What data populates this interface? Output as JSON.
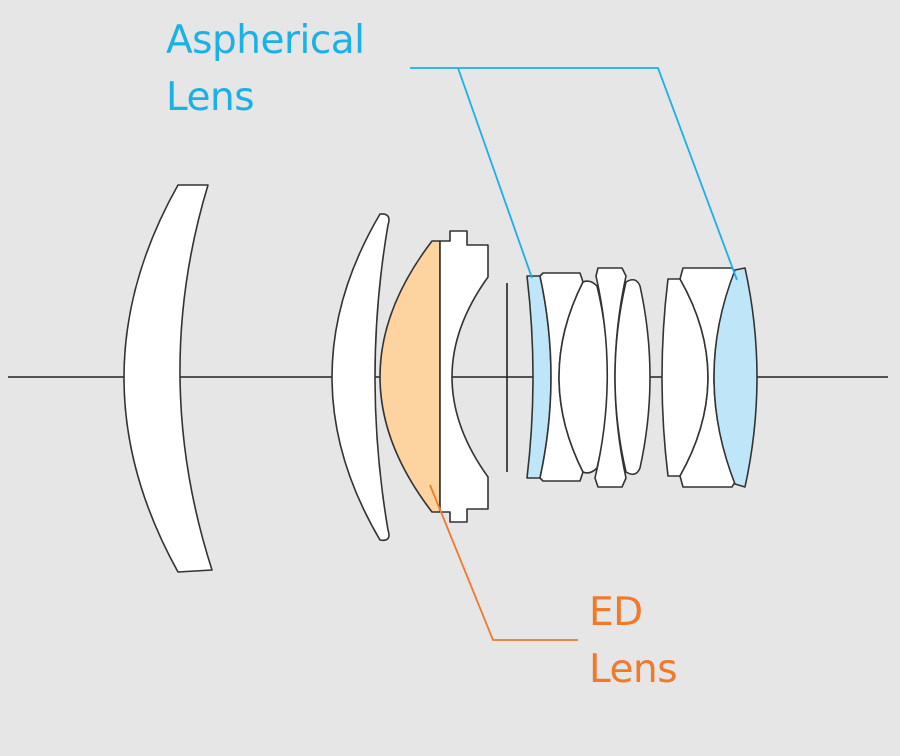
{
  "labels": {
    "aspherical_line1": "Aspherical",
    "aspherical_line2": "Lens",
    "ed_line1": "ED",
    "ed_line2": "Lens"
  },
  "colors": {
    "background": "#e6e6e6",
    "aspherical": "#1ab0e8",
    "aspherical_fill": "#bfe6f8",
    "ed": "#f07a2a",
    "ed_fill": "#fdd3a0"
  }
}
